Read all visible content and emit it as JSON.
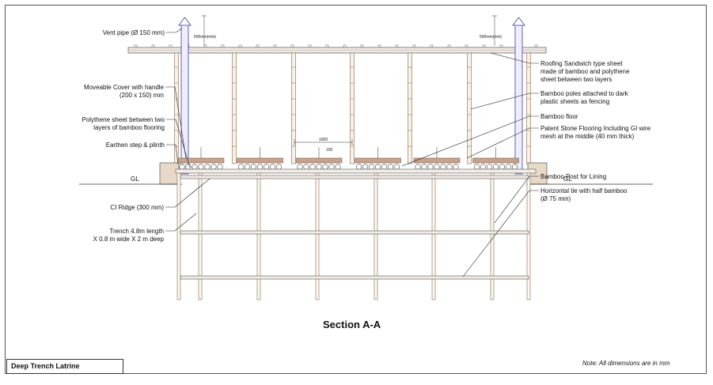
{
  "drawing": {
    "section_title": "Section  A-A",
    "name": "Deep Trench Latrine",
    "note": "Note: All dimensions are in mm",
    "gl_left": "GL",
    "gl_right": "GL",
    "dim_vent_left": "500mm(min)",
    "dim_vent_right": "500mm(min)",
    "dim_spacing": "1000",
    "dim_small": "150"
  },
  "labels_left": [
    {
      "lines": [
        "Vent pipe (Ø 150 mm)"
      ]
    },
    {
      "lines": [
        "Moveable Cover with handle",
        "(200 x 150) mm"
      ]
    },
    {
      "lines": [
        "Polythene sheet between two",
        "layers of bamboo flooring"
      ]
    },
    {
      "lines": [
        "Earthen step & plinth"
      ]
    },
    {
      "lines": [
        "CI Ridge (300 mm)"
      ]
    },
    {
      "lines": [
        "Trench 4.8m length",
        "X 0.8 m wide X 2 m deep"
      ]
    }
  ],
  "labels_right": [
    {
      "lines": [
        "Roofing Sandwich type sheet",
        "made of bamboo and polythene",
        "sheet between two layers"
      ]
    },
    {
      "lines": [
        "Bamboo poles attached to dark",
        "plastic sheets as fencing"
      ]
    },
    {
      "lines": [
        "Bamboo floor"
      ]
    },
    {
      "lines": [
        "Patent Stone Flooring Including GI wire",
        "mesh at the middle (40 mm thick)"
      ]
    },
    {
      "lines": [
        "Bamboo Post for Lining"
      ]
    },
    {
      "lines": [
        "Horizontal tie with half bamboo",
        "(Ø 75 mm)"
      ]
    }
  ],
  "colors": {
    "line": "#333333",
    "bamboo": "#8a6a4a",
    "floor": "#c9a08a",
    "vent": "#3a3aa0",
    "plinth": "#e8d8c8"
  }
}
